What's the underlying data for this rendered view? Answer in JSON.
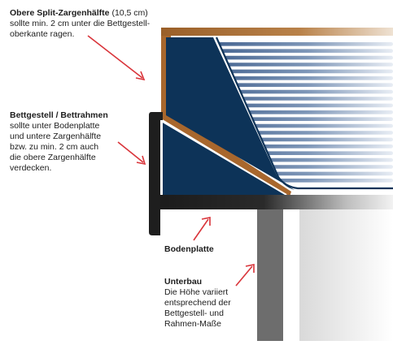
{
  "labels": {
    "upper_half": {
      "title": "Obere Split-Zargenhälfte",
      "title_suffix": " (10,5 cm)",
      "lines": [
        "sollte min. 2 cm unter die Bettgestell-",
        "oberkante ragen."
      ]
    },
    "frame": {
      "title": "Bettgestell / Bettrahmen",
      "lines": [
        "sollte unter Bodenplatte",
        "und untere Zargenhälfte",
        "bzw. zu min. 2 cm auch",
        "die obere Zargenhälfte",
        "verdecken."
      ]
    },
    "base_plate": {
      "title": "Bodenplatte"
    },
    "underframe": {
      "title": "Unterbau",
      "lines": [
        "Die Höhe variiert",
        "entsprechend der",
        "Bettgestell- und",
        "Rahmen-Maße"
      ]
    }
  },
  "colors": {
    "text": "#1d1d1d",
    "arrow": "#d9343a",
    "panel": "#0d3358",
    "wood": "#a8672d",
    "frame": "#1e1e1e",
    "mattress_stripe": "#4b6a93"
  }
}
